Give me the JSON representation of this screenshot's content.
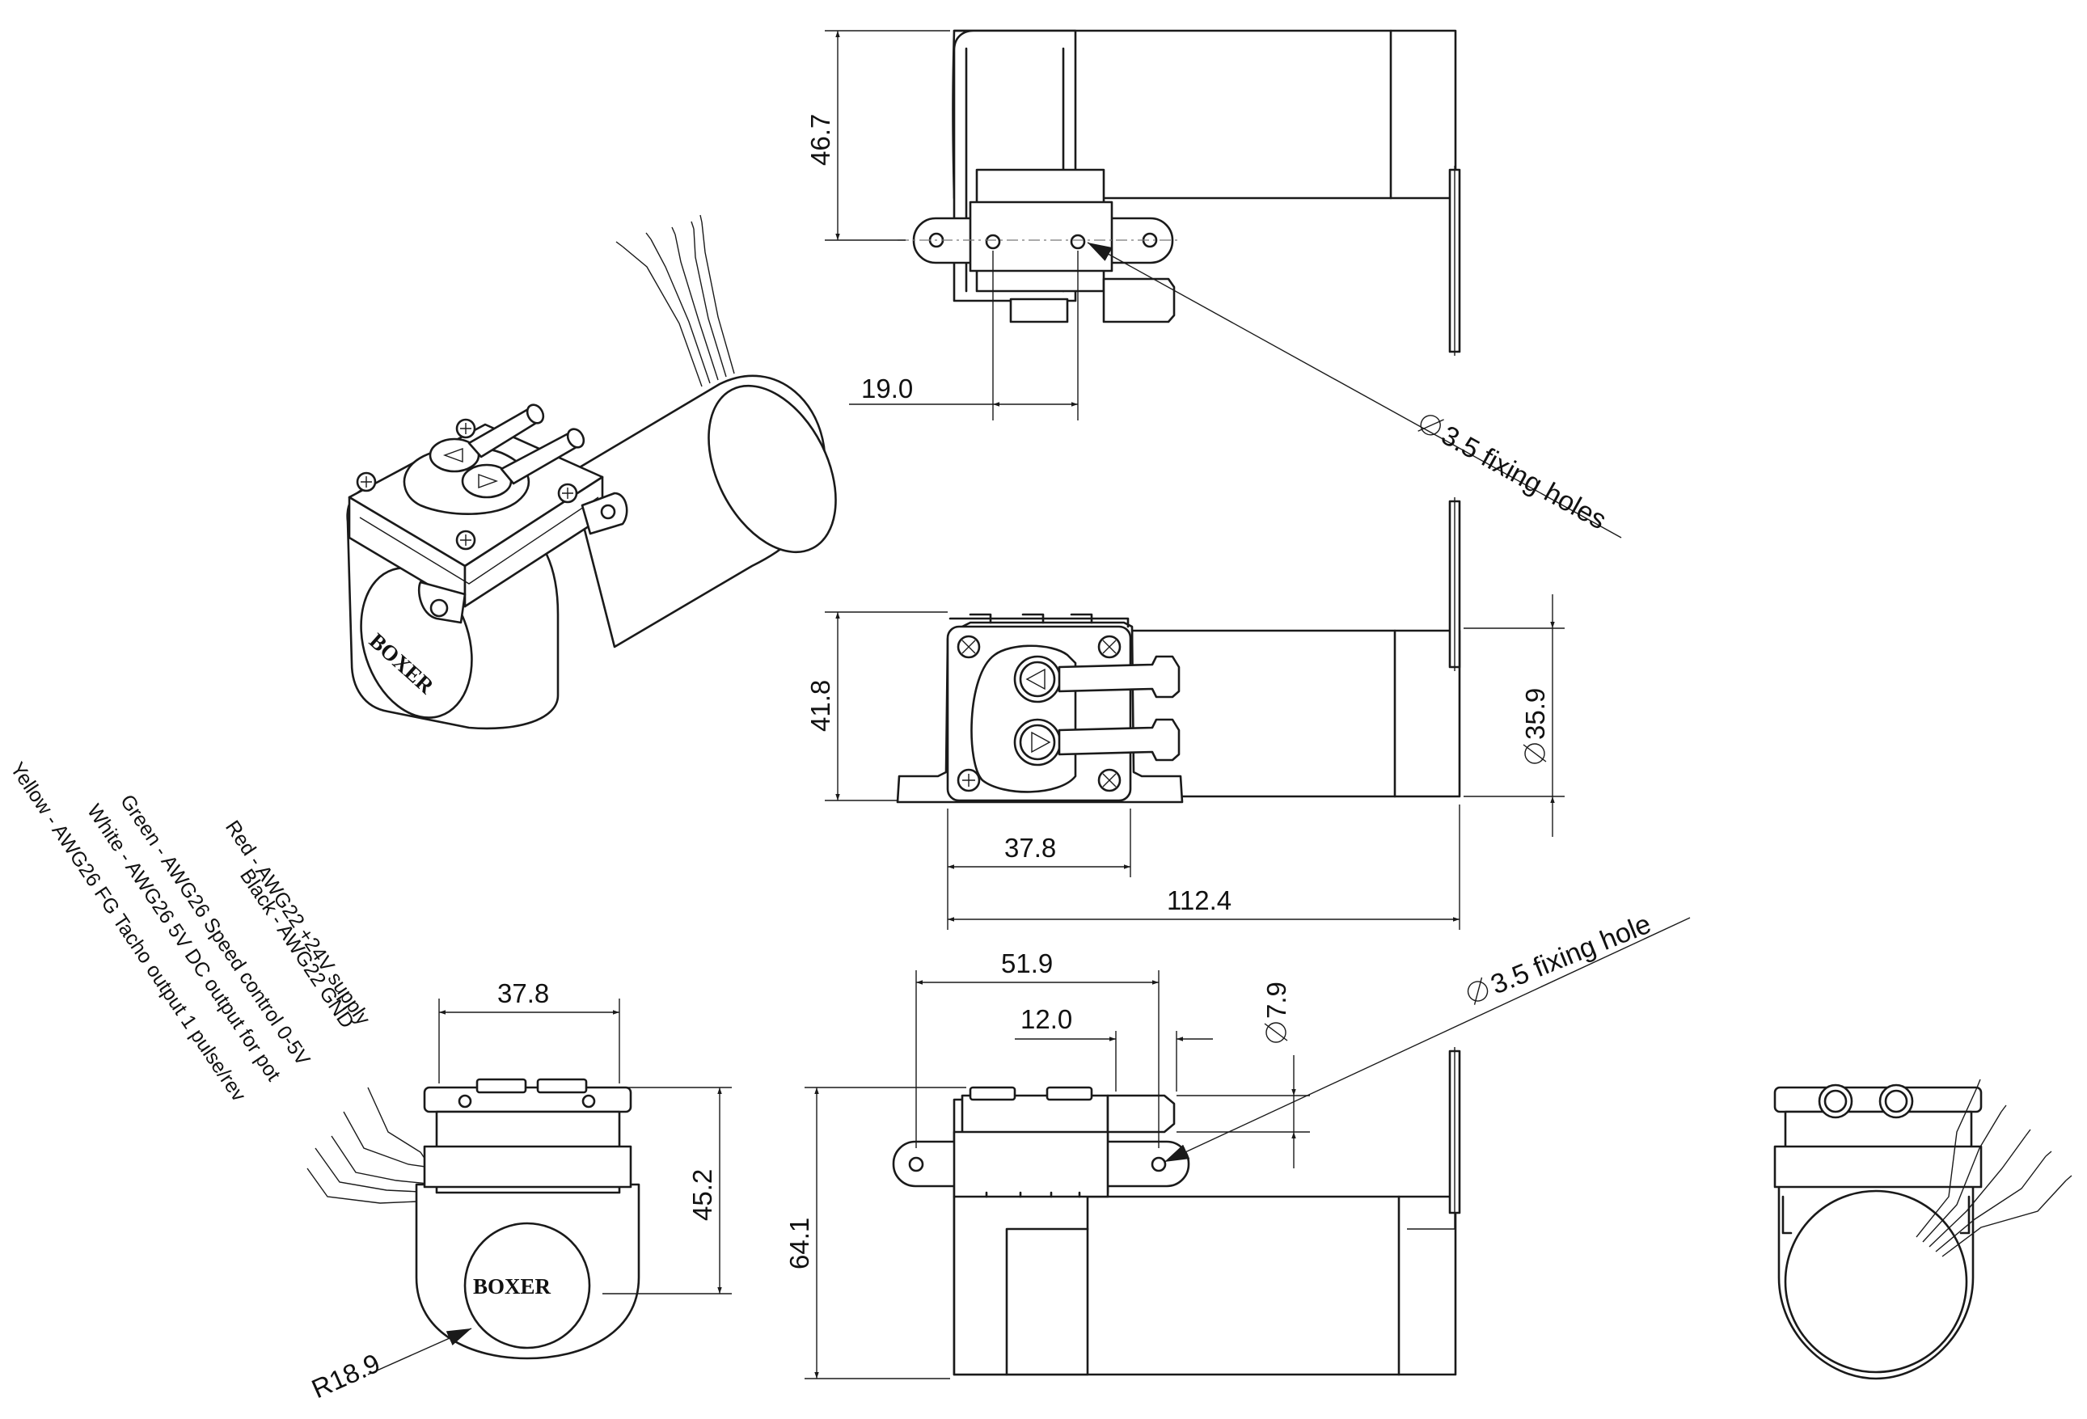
{
  "dimensions": {
    "top_view_height": "46.7",
    "top_view_hole_spacing": "19.0",
    "front_height": "41.8",
    "front_head_width": "37.8",
    "front_total_length": "112.4",
    "motor_diameter": "35.9",
    "end_width": "37.8",
    "end_height": "45.2",
    "end_radius": "R18.9",
    "side_bracket_span": "51.9",
    "side_port_offset": "12.0",
    "port_diameter": "7.9",
    "side_total_height": "64.1"
  },
  "callouts": {
    "fixing_holes": "3.5 fixing holes",
    "fixing_hole": "3.5 fixing hole"
  },
  "wiring": [
    "Red - AWG22 +24V supply",
    "Black - AWG22 GND",
    "Green - AWG26 Speed control 0-5V",
    "White - AWG26 5V DC output for pot",
    "Yellow - AWG26 FG Tacho output 1 pulse/rev"
  ],
  "branding": {
    "logo_text": "BOXER"
  },
  "symbols": {
    "diameter": "diameter-symbol",
    "arrow": "dimension-arrow"
  }
}
